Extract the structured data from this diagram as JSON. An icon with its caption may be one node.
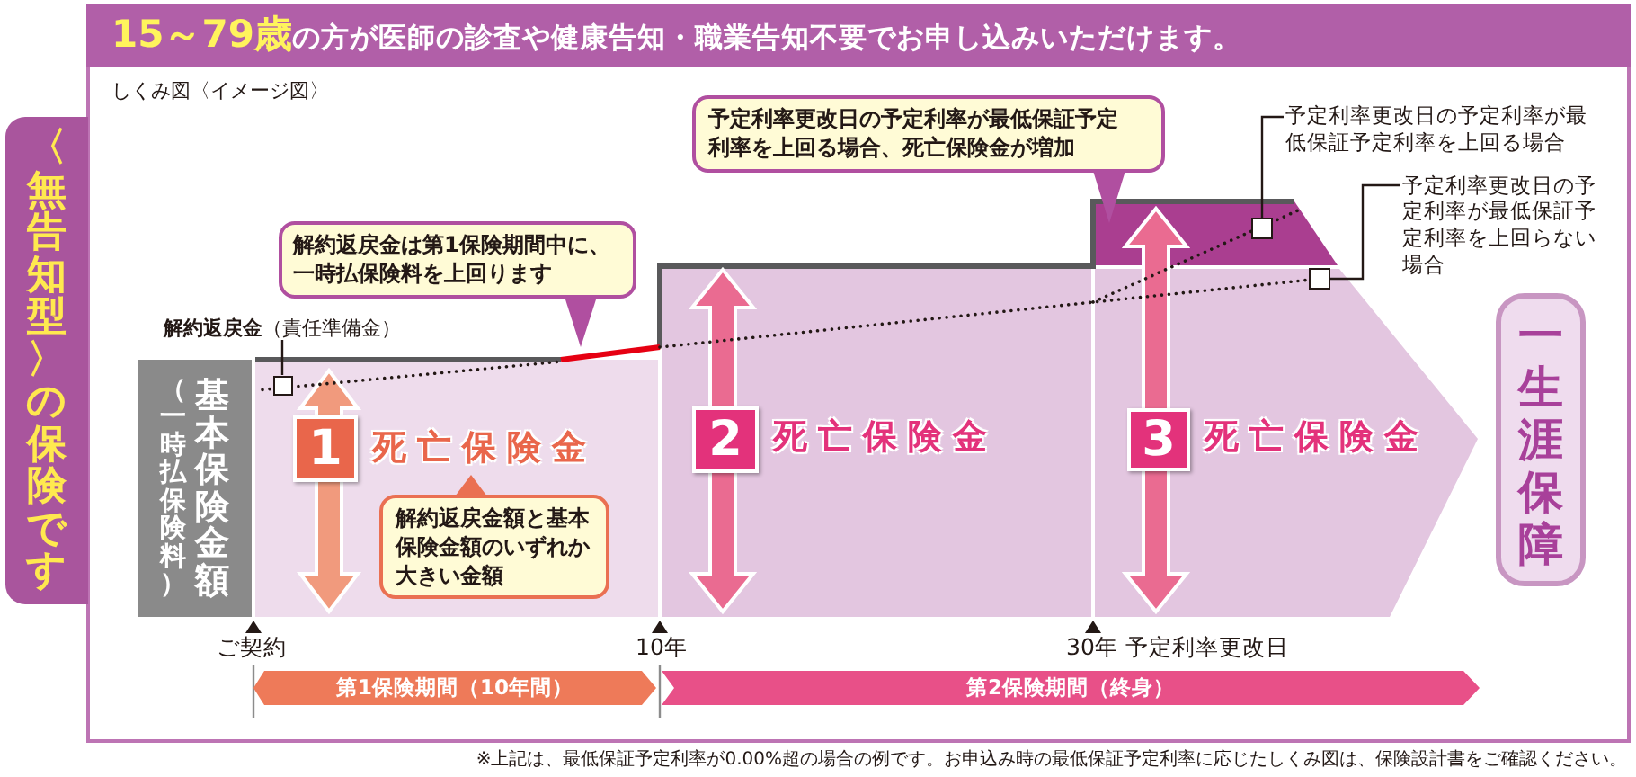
{
  "diagram": {
    "title": "**15～79歳**の方が医師の診査や健康告知・職業告知不要でお申し込みいただけます。",
    "caption": "※上記は、最低保証予定利率が0.00%超の場合の例です。お申込み時の最低保証予定利率に応じたしくみ図は、保険設計書をご確認ください。",
    "nodes": [
      {
        "text": [
          "〈無告知型〉の保険です"
        ]
      },
      {
        "text": [
          "予定利率更改日の予定利率が最低保証予定利率を上回る場合、死亡保険金が増加"
        ]
      },
      {
        "text": [
          "予定利率更改日の予定利率が最低保証予定利率を上回る場合"
        ]
      },
      {
        "text": [
          "予定利率更改日の予定利率が最低保証予定利率を上回らない場合"
        ]
      },
      {
        "text": [],
        "shape": "box"
      },
      {
        "text": [
          "解約返戻金は第1保険期間中に、一時払保険料を上回ります"
        ]
      },
      {
        "text": [],
        "shape": "box"
      },
      {
        "text": [
          "一生涯保障"
        ]
      },
      {
        "text": [
          "**解約返戻金**（責任準備金）"
        ]
      },
      {
        "text": [
          "（一時払保険料）",
          "基本保険金額"
        ]
      },
      {
        "text": [],
        "shape": "box"
      },
      {
        "text": [
          "1"
        ],
        "beside": [
          "死亡保険金"
        ]
      },
      {
        "text": [
          "2"
        ],
        "beside": [
          "死亡保険金"
        ]
      },
      {
        "text": [
          "3"
        ],
        "beside": [
          "死亡保険金"
        ]
      },
      {
        "text": [
          "解約返戻金額と基本保険金額のいずれか大きい金額"
        ]
      },
      {
        "text": [
          "第1保険期間（10年間）"
        ]
      },
      {
        "text": [
          "第2保険期間（終身）"
        ]
      }
    ],
    "edges": [
      {
        "from": 8,
        "to": 10,
        "arrow": "none"
      },
      {
        "from": 2,
        "to": 4,
        "arrow": "none"
      },
      {
        "from": 3,
        "to": 6,
        "arrow": "none"
      }
    ],
    "labels": [
      "しくみ図〈イメージ図〉",
      "ご契約",
      "10年",
      "30年 予定利率更改日"
    ]
  }
}
